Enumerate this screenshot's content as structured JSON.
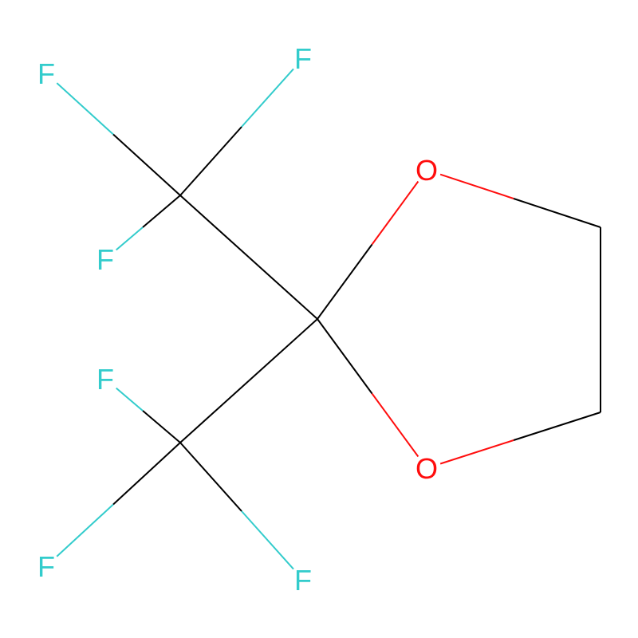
{
  "molecule": {
    "atoms": [
      {
        "id": "C1",
        "label": ""
      },
      {
        "id": "C2",
        "label": ""
      },
      {
        "id": "C3",
        "label": ""
      },
      {
        "id": "F1",
        "label": "F"
      },
      {
        "id": "F2",
        "label": "F"
      },
      {
        "id": "F3",
        "label": "F"
      },
      {
        "id": "F4",
        "label": "F"
      },
      {
        "id": "F5",
        "label": "F"
      },
      {
        "id": "F6",
        "label": "F"
      },
      {
        "id": "O1",
        "label": "O"
      },
      {
        "id": "O2",
        "label": "O"
      },
      {
        "id": "C4",
        "label": ""
      },
      {
        "id": "C5",
        "label": ""
      }
    ],
    "bonds": [
      [
        "C1",
        "C2"
      ],
      [
        "C1",
        "C3"
      ],
      [
        "C2",
        "F1"
      ],
      [
        "C2",
        "F2"
      ],
      [
        "C2",
        "F3"
      ],
      [
        "C3",
        "F4"
      ],
      [
        "C3",
        "F5"
      ],
      [
        "C3",
        "F6"
      ],
      [
        "C1",
        "O1"
      ],
      [
        "C1",
        "O2"
      ],
      [
        "O1",
        "C4"
      ],
      [
        "C4",
        "C5"
      ],
      [
        "C5",
        "O2"
      ]
    ],
    "colors": {
      "C": "#000000",
      "F": "#33CCCC",
      "O": "#FF0D0D"
    }
  }
}
